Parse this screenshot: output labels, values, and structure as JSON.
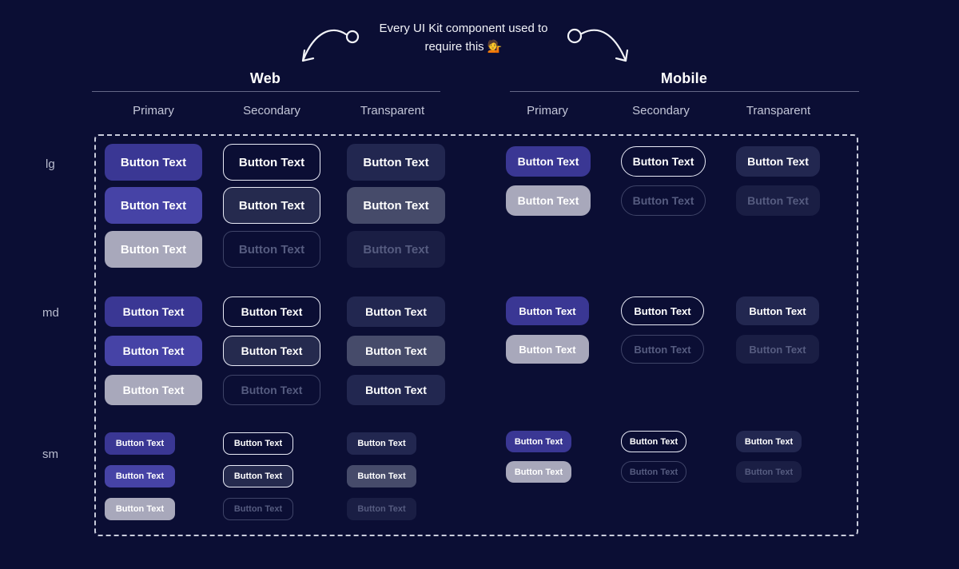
{
  "page": {
    "background": "#0b0e34"
  },
  "annotation": {
    "line1": "Every UI Kit component used to",
    "line2": "require this",
    "emoji": "💁"
  },
  "icons": {
    "left_arrow": "curved-arrow-pointing-down-left",
    "right_arrow": "curved-arrow-pointing-down-right"
  },
  "button_label": "Button Text",
  "size_labels": [
    "lg",
    "md",
    "sm"
  ],
  "colors": {
    "background": "#0b0e34",
    "primary": "#3a3794",
    "primary_hover": "#4643a6",
    "disabled_gray": "#a8a8bb",
    "outline_border": "#e8eaf6",
    "muted_text": "#565c80",
    "dashed_border": "#c9ccdc"
  },
  "platforms": [
    {
      "id": "web",
      "title": "Web",
      "variants": [
        {
          "label": "Primary",
          "key": "primary",
          "states_by_size": {
            "lg": [
              "default",
              "hover",
              "disabled"
            ],
            "md": [
              "default",
              "hover",
              "disabled"
            ],
            "sm": [
              "default",
              "hover",
              "disabled"
            ]
          }
        },
        {
          "label": "Secondary",
          "key": "secondary",
          "states_by_size": {
            "lg": [
              "default",
              "hover",
              "disabled"
            ],
            "md": [
              "default",
              "hover",
              "disabled"
            ],
            "sm": [
              "default",
              "hover",
              "disabled"
            ]
          }
        },
        {
          "label": "Transparent",
          "key": "transparent",
          "states_by_size": {
            "lg": [
              "default",
              "hover",
              "disabled"
            ],
            "md": [
              "default",
              "hover",
              "default"
            ],
            "sm": [
              "default",
              "hover",
              "disabled"
            ]
          }
        }
      ]
    },
    {
      "id": "mobile",
      "title": "Mobile",
      "variants": [
        {
          "label": "Primary",
          "key": "primary",
          "states_by_size": {
            "lg": [
              "default",
              "disabled"
            ],
            "md": [
              "default",
              "disabled"
            ],
            "sm": [
              "default",
              "disabled"
            ]
          }
        },
        {
          "label": "Secondary",
          "key": "secondary",
          "states_by_size": {
            "lg": [
              "default",
              "disabled"
            ],
            "md": [
              "default",
              "disabled"
            ],
            "sm": [
              "default",
              "disabled"
            ]
          }
        },
        {
          "label": "Transparent",
          "key": "transparent",
          "states_by_size": {
            "lg": [
              "default",
              "disabled"
            ],
            "md": [
              "default",
              "disabled"
            ],
            "sm": [
              "default",
              "disabled"
            ]
          }
        }
      ]
    }
  ],
  "variant_styles": {
    "primary": {
      "default": {
        "bg": "#3a3794",
        "color": "#ffffff",
        "border": "none"
      },
      "hover": {
        "bg": "#4643a6",
        "color": "#ffffff",
        "border": "none"
      },
      "disabled": {
        "bg": "#a8a8bb",
        "color": "#ffffff",
        "border": "none"
      }
    },
    "secondary": {
      "default": {
        "bg": "transparent",
        "color": "#ffffff",
        "border": "1.5px solid #e8eaf6"
      },
      "hover": {
        "bg": "#252a4e",
        "color": "#ffffff",
        "border": "1.5px solid #e8eaf6"
      },
      "disabled": {
        "bg": "transparent",
        "color": "#565c80",
        "border": "1.5px solid #3f4468"
      }
    },
    "transparent": {
      "default": {
        "bg": "#222750",
        "color": "#ffffff",
        "border": "none"
      },
      "hover": {
        "bg": "#464b6a",
        "color": "#ffffff",
        "border": "none"
      },
      "disabled": {
        "bg": "#1a1e44",
        "color": "#565c80",
        "border": "none"
      }
    }
  }
}
